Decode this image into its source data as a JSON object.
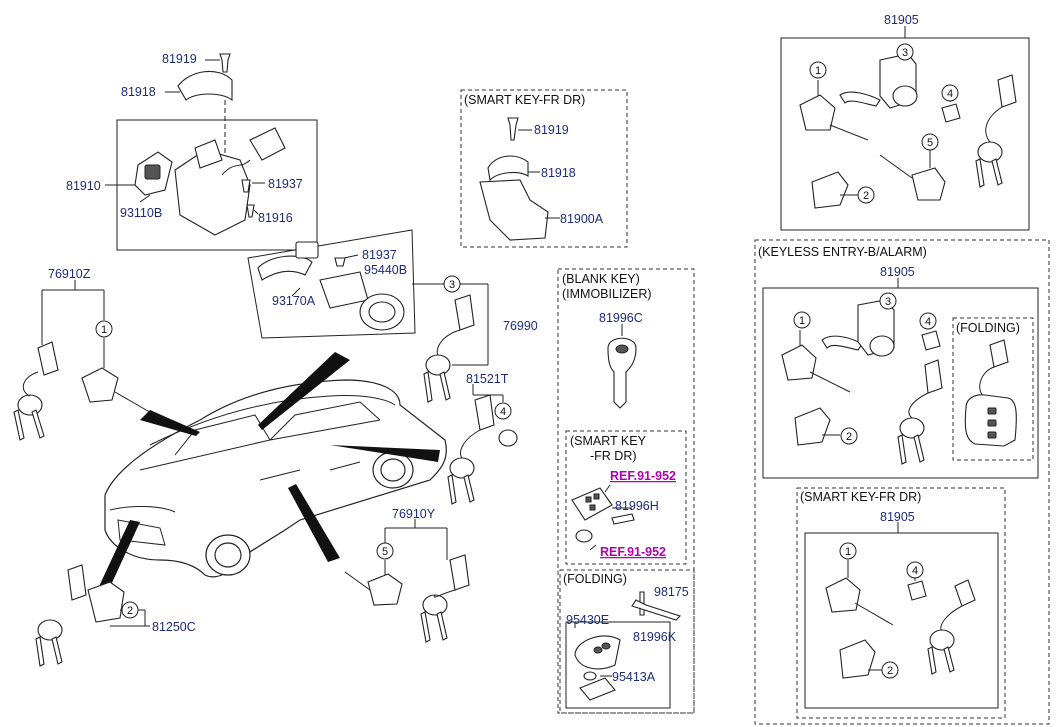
{
  "labels": {
    "l81919a": "81919",
    "l81918a": "81918",
    "l81910": "81910",
    "l93110b": "93110B",
    "l81937a": "81937",
    "l81916": "81916",
    "l81937b": "81937",
    "l95440b": "95440B",
    "l93170a": "93170A",
    "l76910z": "76910Z",
    "l76990": "76990",
    "l81521t": "81521T",
    "l76910y": "76910Y",
    "l81250c": "81250C",
    "l81919b": "81919",
    "l81918b": "81918",
    "l81900a": "81900A",
    "l81996c": "81996C",
    "l81996h": "81996H",
    "l98175": "98175",
    "l95430e": "95430E",
    "l81996k": "81996K",
    "l95413a": "95413A",
    "l81905a": "81905",
    "l81905b": "81905",
    "l81905c": "81905"
  },
  "captions": {
    "smart_key_fr_dr_top": "(SMART KEY-FR DR)",
    "blank_key_1": "(BLANK KEY)",
    "blank_key_2": "(IMMOBILIZER)",
    "smart_key_1": "(SMART KEY",
    "smart_key_2": "-FR DR)",
    "folding_left": "(FOLDING)",
    "keyless": "(KEYLESS ENTRY-B/ALARM)",
    "folding_right": "(FOLDING)",
    "smart_key_fr_dr_bottom": "(SMART KEY-FR DR)"
  },
  "refs": {
    "ref1": "REF.91-952",
    "ref2": "REF.91-952"
  },
  "callouts": {
    "c1": "1",
    "c2": "2",
    "c3": "3",
    "c4": "4",
    "c5": "5"
  }
}
